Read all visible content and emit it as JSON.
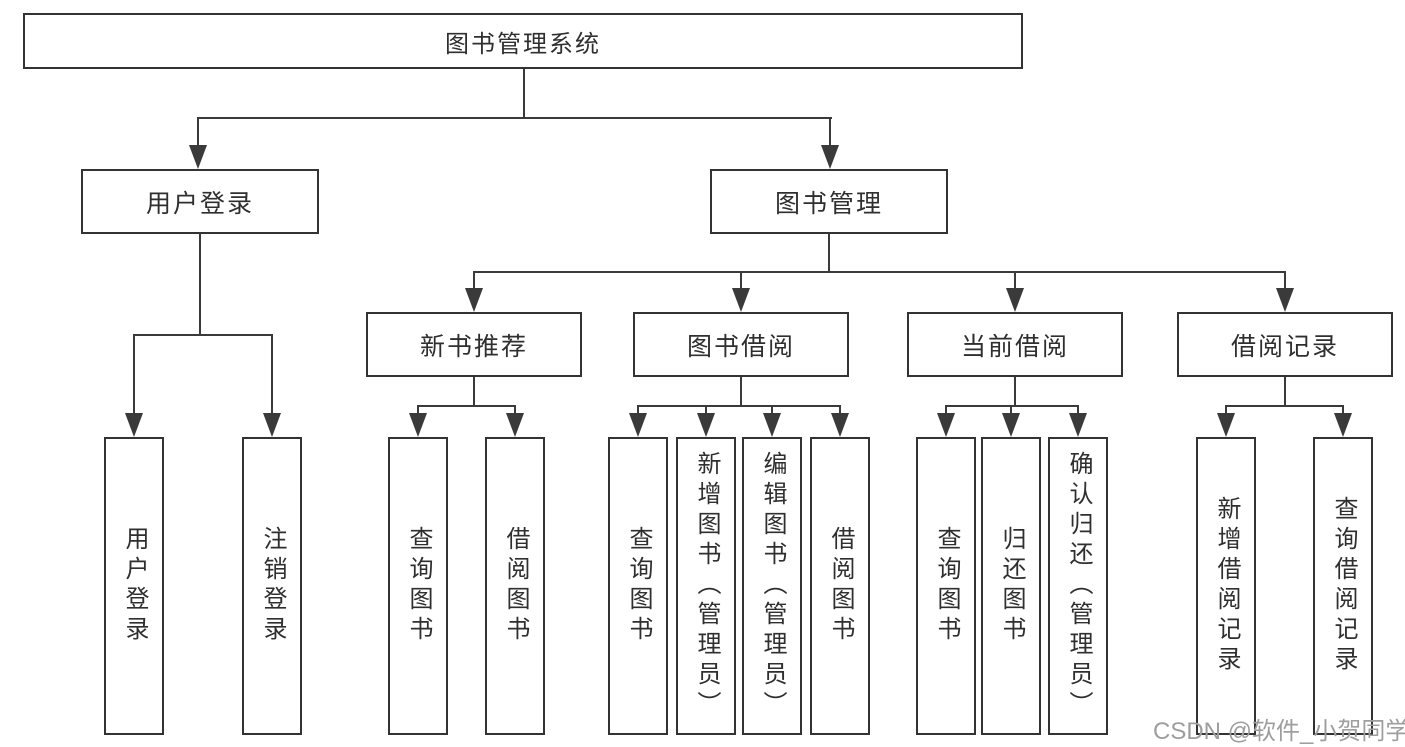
{
  "tree": {
    "root": {
      "label": "图书管理系统"
    },
    "branches": [
      {
        "label": "用户登录",
        "children": [
          {
            "label": "用户登录"
          },
          {
            "label": "注销登录"
          }
        ]
      },
      {
        "label": "图书管理",
        "children": [
          {
            "label": "新书推荐",
            "children": [
              {
                "label": "查询图书"
              },
              {
                "label": "借阅图书"
              }
            ]
          },
          {
            "label": "图书借阅",
            "children": [
              {
                "label": "查询图书"
              },
              {
                "label": "新增图书（管理员）"
              },
              {
                "label": "编辑图书（管理员）"
              },
              {
                "label": "借阅图书"
              }
            ]
          },
          {
            "label": "当前借阅",
            "children": [
              {
                "label": "查询图书"
              },
              {
                "label": "归还图书"
              },
              {
                "label": "确认归还（管理员）"
              }
            ]
          },
          {
            "label": "借阅记录",
            "children": [
              {
                "label": "新增借阅记录"
              },
              {
                "label": "查询借阅记录"
              }
            ]
          }
        ]
      }
    ]
  },
  "watermark": {
    "text": "CSDN @软件_小贺同学"
  },
  "colors": {
    "line": "#3a3a3a",
    "box_border": "#333333",
    "text": "#2f2f2f",
    "watermark": "#9e9e9e",
    "background": "#ffffff"
  }
}
